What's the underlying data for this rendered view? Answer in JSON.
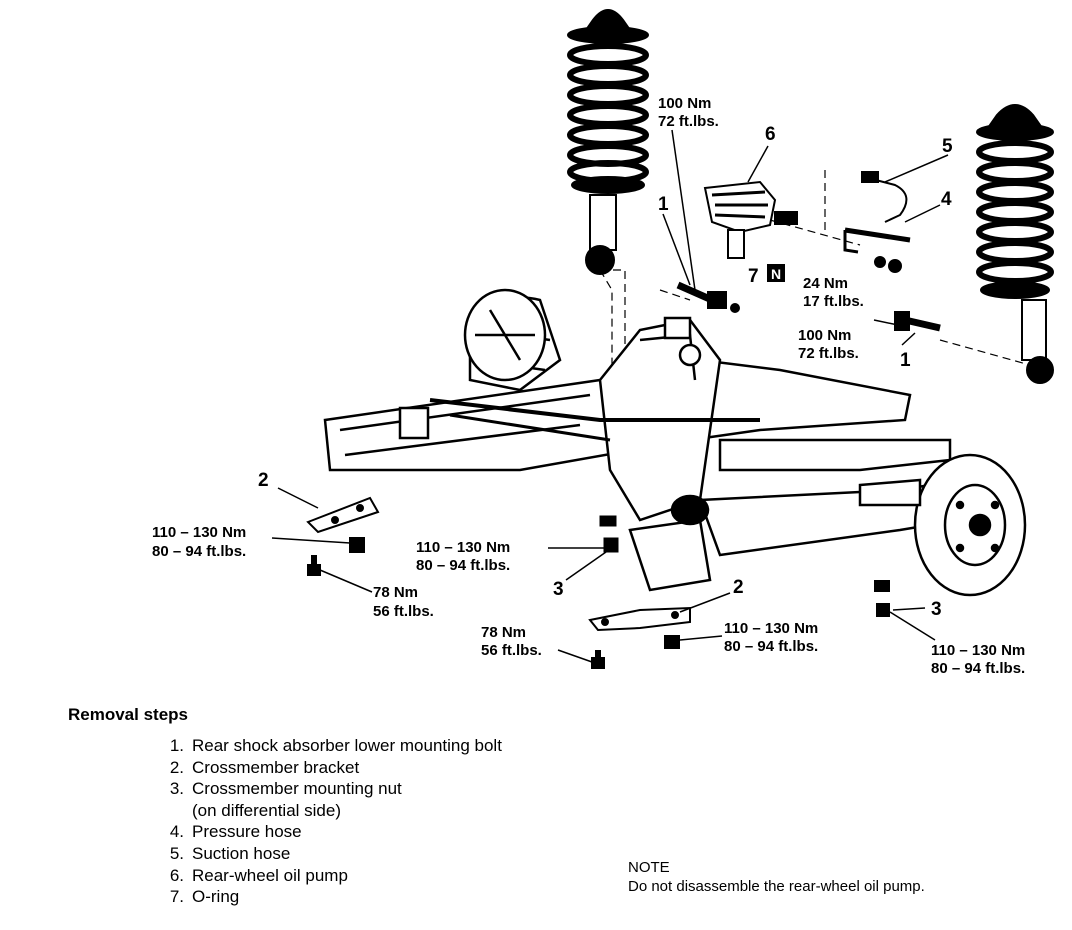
{
  "callouts": {
    "p1_torque_nm": "100 Nm",
    "p1_torque_ft": "72 ft.lbs.",
    "p2_torque_nm": "24 Nm",
    "p2_torque_ft": "17 ft.lbs.",
    "p3_torque_nm": "100 Nm",
    "p3_torque_ft": "72 ft.lbs.",
    "left_nut_nm": "110 – 130 Nm",
    "left_nut_ft": "80 – 94 ft.lbs.",
    "left_bolt_nm": "78 Nm",
    "left_bolt_ft": "56 ft.lbs.",
    "mid_nut_nm": "110 – 130 Nm",
    "mid_nut_ft": "80 – 94 ft.lbs.",
    "mid_bolt_nm": "78 Nm",
    "mid_bolt_ft": "56 ft.lbs.",
    "right_mid_nut_nm": "110 – 130 Nm",
    "right_mid_nut_ft": "80 – 94 ft.lbs.",
    "right_nut_nm": "110 – 130 Nm",
    "right_nut_ft": "80 – 94 ft.lbs."
  },
  "part_numbers": {
    "n1a": "1",
    "n1b": "1",
    "n2a": "2",
    "n2b": "2",
    "n3a": "3",
    "n3b": "3",
    "n4": "4",
    "n5": "5",
    "n6": "6",
    "n7": "7",
    "n7_badge": "N"
  },
  "removal": {
    "title": "Removal steps",
    "steps": [
      {
        "num": "1.",
        "text": "Rear shock absorber lower mounting bolt"
      },
      {
        "num": "2.",
        "text": "Crossmember bracket"
      },
      {
        "num": "3.",
        "text": "Crossmember mounting nut"
      },
      {
        "num": "",
        "text": "(on differential side)"
      },
      {
        "num": "4.",
        "text": "Pressure hose"
      },
      {
        "num": "5.",
        "text": "Suction hose"
      },
      {
        "num": "6.",
        "text": "Rear-wheel oil pump"
      },
      {
        "num": "7.",
        "text": "O-ring"
      }
    ]
  },
  "note": {
    "title": "NOTE",
    "text": "Do not disassemble the rear-wheel oil pump."
  }
}
